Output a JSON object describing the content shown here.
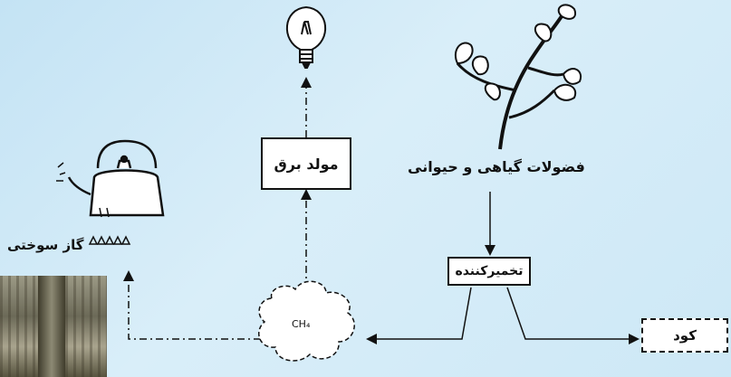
{
  "nodes": {
    "generator": "مولد برق",
    "waste": "فضولات گیاهی و حیوانی",
    "digester": "تخمیرکننده",
    "gas": "CH₄",
    "fertilizer": "کود",
    "cooking_gas": "گاز سوختی"
  },
  "icons": [
    "light-bulb-icon",
    "plant-icon",
    "kettle-icon",
    "gas-burner-icon",
    "methane-cloud-icon",
    "industrial-photo"
  ],
  "colors": {
    "background": "#cfe9f7",
    "ink": "#111111",
    "box_fill": "#ffffff"
  }
}
